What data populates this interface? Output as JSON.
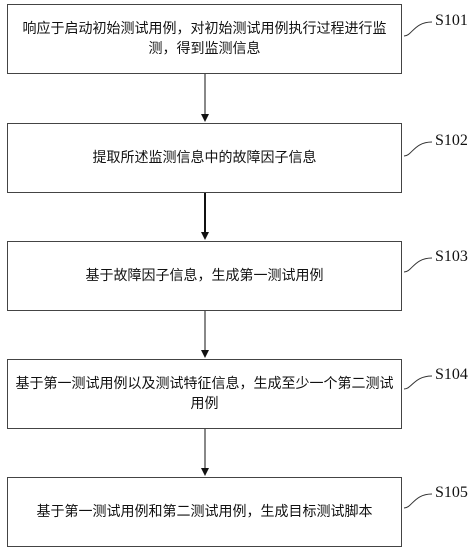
{
  "steps": [
    {
      "label": "S101",
      "text": "响应于启动初始测试用例，对初始测试用例执行过程进行监测，得到监测信息"
    },
    {
      "label": "S102",
      "text": "提取所述监测信息中的故障因子信息"
    },
    {
      "label": "S103",
      "text": "基于故障因子信息，生成第一测试用例"
    },
    {
      "label": "S104",
      "text": "基于第一测试用例以及测试特征信息，生成至少一个第二测试用例"
    },
    {
      "label": "S105",
      "text": "基于第一测试用例和第二测试用例，生成目标测试脚本"
    }
  ]
}
